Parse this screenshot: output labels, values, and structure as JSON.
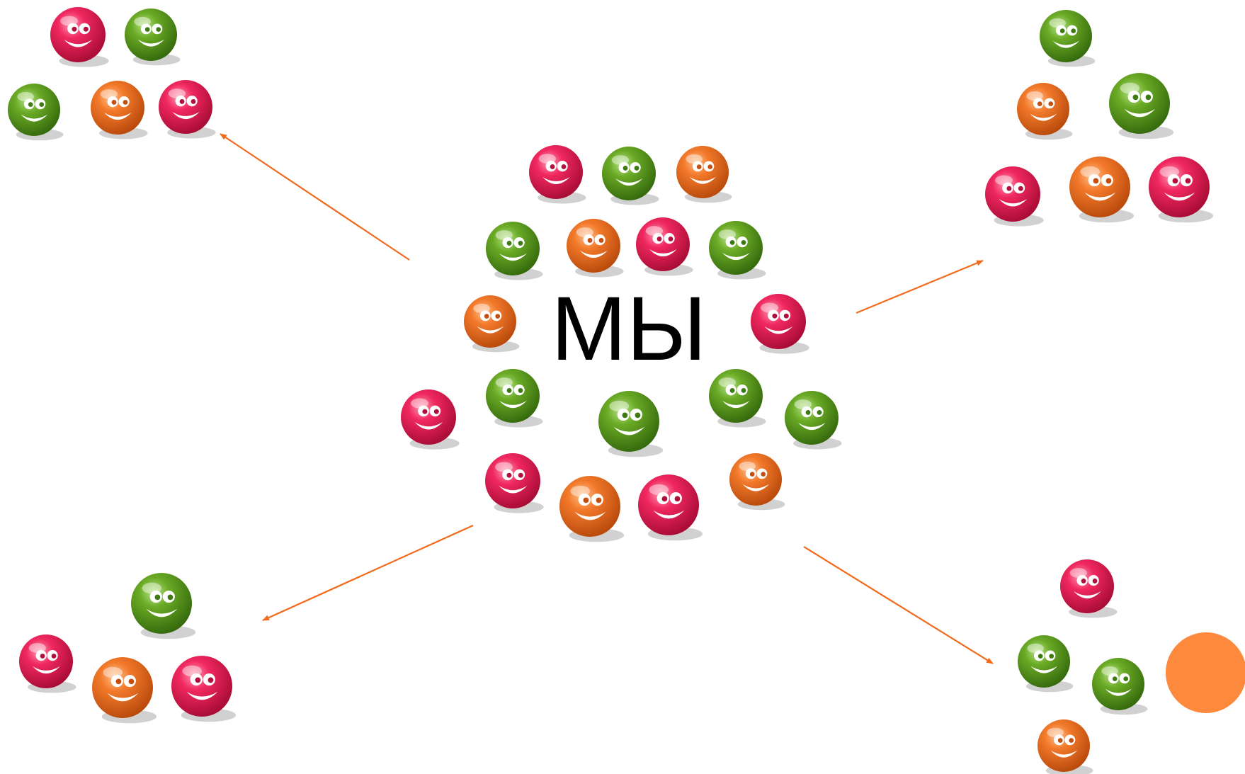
{
  "center_label": "МЫ",
  "colors": {
    "red": "#e0184e",
    "green": "#5a9a1e",
    "orange": "#ec6a1e",
    "arrow": "#f26a1b",
    "accent_circle": "#fd8a3c"
  },
  "icons": {
    "smiley": "smiley-ball-icon",
    "accent": "orange-circle-icon",
    "arrow": "arrow-icon"
  },
  "groups": [
    {
      "name": "center-group",
      "colors": [
        "red",
        "green",
        "orange",
        "green",
        "orange",
        "red",
        "green",
        "orange",
        "red",
        "green",
        "green",
        "red",
        "green",
        "green",
        "red",
        "orange",
        "red",
        "orange"
      ]
    },
    {
      "name": "top-left-group",
      "colors": [
        "red",
        "green",
        "green",
        "orange",
        "red"
      ]
    },
    {
      "name": "top-right-group",
      "colors": [
        "green",
        "orange",
        "green",
        "red",
        "orange",
        "red"
      ]
    },
    {
      "name": "bottom-left-group",
      "colors": [
        "green",
        "red",
        "orange",
        "red"
      ]
    },
    {
      "name": "bottom-right-group",
      "colors": [
        "red",
        "green",
        "green",
        "orange"
      ]
    }
  ]
}
